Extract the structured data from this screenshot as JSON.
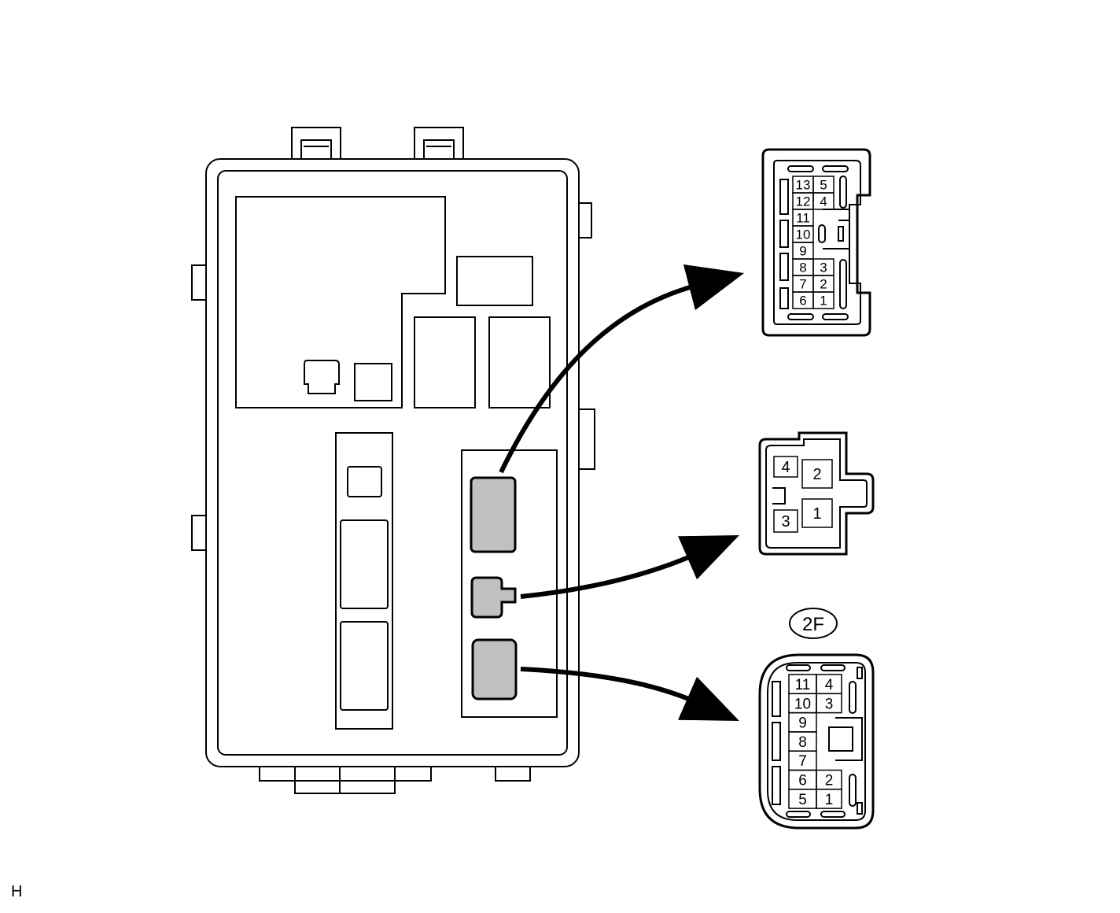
{
  "diagram": {
    "connector_top": {
      "pins_left": [
        "13",
        "12",
        "11",
        "10",
        "9",
        "8",
        "7",
        "6"
      ],
      "pins_right": [
        "5",
        "4",
        "",
        "",
        "",
        "3",
        "2",
        "1"
      ]
    },
    "connector_middle": {
      "pins": [
        "4",
        "2",
        "3",
        "1"
      ]
    },
    "connector_bottom": {
      "label": "2F",
      "pins_left": [
        "11",
        "10",
        "9",
        "8",
        "7",
        "6",
        "5"
      ],
      "pins_right": [
        "4",
        "3",
        "",
        "",
        "",
        "2",
        "1"
      ]
    },
    "corner_mark": "H",
    "colors": {
      "line": "#000000",
      "highlight_fill": "#c0c0c0",
      "background": "#ffffff"
    }
  }
}
